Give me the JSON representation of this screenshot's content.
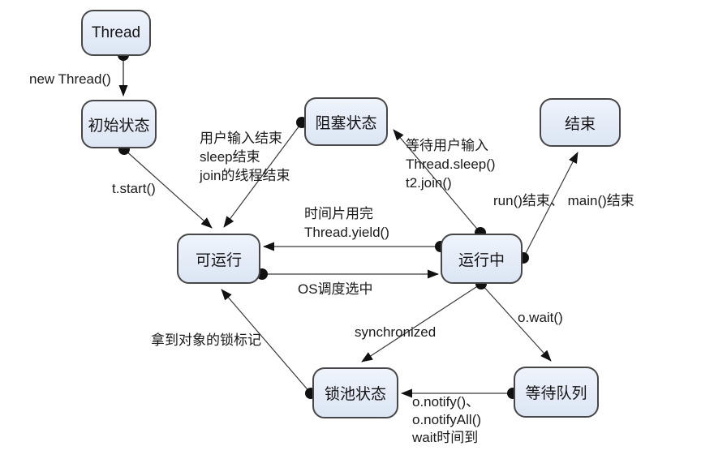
{
  "diagram": {
    "type": "state-diagram",
    "topic": "Java thread lifecycle states",
    "colors": {
      "node_fill": "#e3ebf7",
      "node_border": "#474747",
      "line": "#3a3a3a",
      "arrow": "#111111",
      "dot": "#111111",
      "text": "#1a1a1a",
      "background": "#ffffff"
    },
    "nodes": {
      "thread": {
        "label": "Thread"
      },
      "initial": {
        "label": "初始状态"
      },
      "blocked": {
        "label": "阻塞状态"
      },
      "end": {
        "label": "结束"
      },
      "runnable": {
        "label": "可运行"
      },
      "running": {
        "label": "运行中"
      },
      "lock_pool": {
        "label": "锁池状态"
      },
      "wait_queue": {
        "label": "等待队列"
      }
    },
    "edges": {
      "new_thread": {
        "from": "thread",
        "to": "initial",
        "label": "new Thread()"
      },
      "t_start": {
        "from": "initial",
        "to": "runnable",
        "label": "t.start()"
      },
      "blocked_to_runnable": {
        "from": "blocked",
        "to": "runnable",
        "label": "用户输入结束\nsleep结束\njoin的线程结束"
      },
      "running_to_blocked": {
        "from": "running",
        "to": "blocked",
        "label": "等待用户输入\nThread.sleep()\nt2.join()"
      },
      "running_to_end": {
        "from": "running",
        "to": "end",
        "label": "run()结束、 main()结束"
      },
      "yield": {
        "from": "running",
        "to": "runnable",
        "label": "时间片用完\nThread.yield()"
      },
      "os_schedule": {
        "from": "runnable",
        "to": "running",
        "label": "OS调度选中"
      },
      "synchronized": {
        "from": "running",
        "to": "lock_pool",
        "label": "synchronized"
      },
      "o_wait": {
        "from": "running",
        "to": "wait_queue",
        "label": "o.wait()"
      },
      "notify": {
        "from": "wait_queue",
        "to": "lock_pool",
        "label": "o.notify()、\no.notifyAll()\nwait时间到"
      },
      "got_lock": {
        "from": "lock_pool",
        "to": "runnable",
        "label": "拿到对象的锁标记"
      }
    }
  }
}
